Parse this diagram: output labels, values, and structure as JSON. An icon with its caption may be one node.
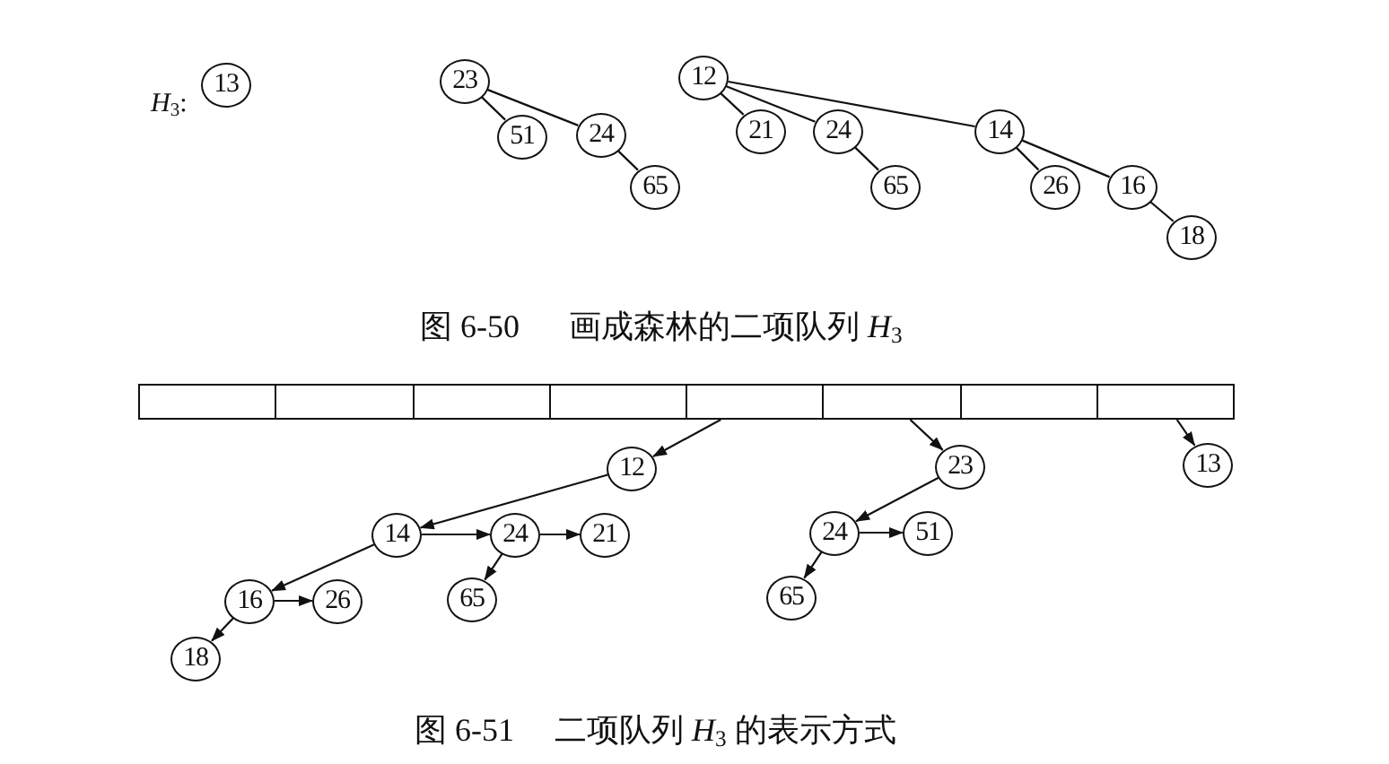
{
  "diagram": {
    "nodes": [
      {
        "text": [
          "13"
        ]
      },
      {
        "text": [
          "23"
        ]
      },
      {
        "text": [
          "51"
        ]
      },
      {
        "text": [
          "24"
        ]
      },
      {
        "text": [
          "65"
        ]
      },
      {
        "text": [
          "12"
        ]
      },
      {
        "text": [
          "21"
        ]
      },
      {
        "text": [
          "24"
        ]
      },
      {
        "text": [
          "65"
        ]
      },
      {
        "text": [
          "14"
        ]
      },
      {
        "text": [
          "26"
        ]
      },
      {
        "text": [
          "16"
        ]
      },
      {
        "text": [
          "18"
        ]
      },
      {
        "text": [],
        "shape": "box"
      },
      {
        "text": [],
        "shape": "box"
      },
      {
        "text": [],
        "shape": "box"
      },
      {
        "text": [],
        "shape": "box"
      },
      {
        "text": [],
        "shape": "box"
      },
      {
        "text": [],
        "shape": "box"
      },
      {
        "text": [],
        "shape": "box"
      },
      {
        "text": [],
        "shape": "box"
      },
      {
        "text": [
          "12"
        ]
      },
      {
        "text": [
          "14"
        ]
      },
      {
        "text": [
          "24"
        ]
      },
      {
        "text": [
          "21"
        ]
      },
      {
        "text": [
          "65"
        ]
      },
      {
        "text": [
          "16"
        ]
      },
      {
        "text": [
          "26"
        ]
      },
      {
        "text": [
          "18"
        ]
      },
      {
        "text": [
          "23"
        ]
      },
      {
        "text": [
          "24"
        ]
      },
      {
        "text": [
          "51"
        ]
      },
      {
        "text": [
          "65"
        ]
      },
      {
        "text": [
          "13"
        ]
      }
    ],
    "edges": [
      {
        "from": 1,
        "to": 2,
        "arrow": "none"
      },
      {
        "from": 1,
        "to": 3,
        "arrow": "none"
      },
      {
        "from": 3,
        "to": 4,
        "arrow": "none"
      },
      {
        "from": 5,
        "to": 6,
        "arrow": "none"
      },
      {
        "from": 5,
        "to": 7,
        "arrow": "none"
      },
      {
        "from": 7,
        "to": 8,
        "arrow": "none"
      },
      {
        "from": 5,
        "to": 9,
        "arrow": "none"
      },
      {
        "from": 9,
        "to": 10,
        "arrow": "none"
      },
      {
        "from": 9,
        "to": 11,
        "arrow": "none"
      },
      {
        "from": 11,
        "to": 12,
        "arrow": "none"
      },
      {
        "from": 17,
        "to": 21,
        "arrow": "to"
      },
      {
        "from": 21,
        "to": 22,
        "arrow": "to"
      },
      {
        "from": 22,
        "to": 23,
        "arrow": "to"
      },
      {
        "from": 23,
        "to": 24,
        "arrow": "to"
      },
      {
        "from": 23,
        "to": 25,
        "arrow": "to"
      },
      {
        "from": 22,
        "to": 26,
        "arrow": "to"
      },
      {
        "from": 26,
        "to": 27,
        "arrow": "to"
      },
      {
        "from": 26,
        "to": 28,
        "arrow": "to"
      },
      {
        "from": 18,
        "to": 29,
        "arrow": "to"
      },
      {
        "from": 29,
        "to": 30,
        "arrow": "to"
      },
      {
        "from": 30,
        "to": 31,
        "arrow": "to"
      },
      {
        "from": 30,
        "to": 32,
        "arrow": "to"
      },
      {
        "from": 20,
        "to": 33,
        "arrow": "to"
      }
    ],
    "labels": [
      "*H*$_{3}$:",
      "图 6-50",
      "画成森林的二项队列 *H*$_{3}$",
      "图 6-51",
      "二项队列 *H*$_{3}$ 的表示方式"
    ]
  }
}
